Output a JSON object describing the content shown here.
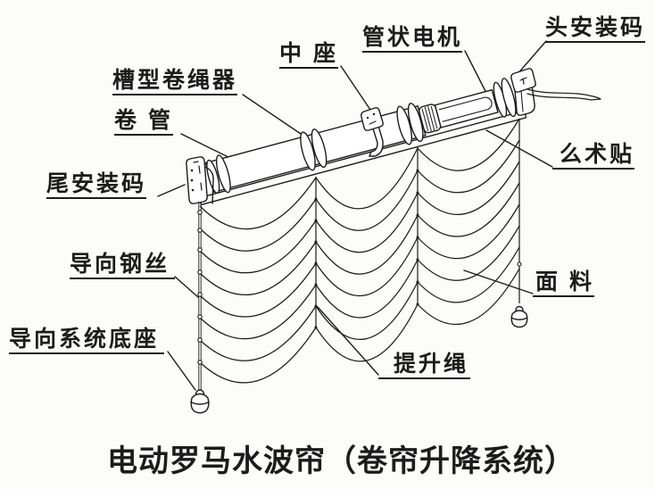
{
  "diagram": {
    "caption": "电动罗马水波帘（卷帘升降系统）",
    "labels": [
      {
        "name": "groove-cord-winder",
        "text": "槽型卷绳器"
      },
      {
        "name": "roller-tube",
        "text": "卷 管"
      },
      {
        "name": "center-bracket",
        "text": "中 座"
      },
      {
        "name": "tubular-motor",
        "text": "管状电机"
      },
      {
        "name": "head-mounting-bracket",
        "text": "头安装码"
      },
      {
        "name": "tail-mounting-bracket",
        "text": "尾安装码"
      },
      {
        "name": "velcro",
        "text": "么术贴"
      },
      {
        "name": "guide-wire",
        "text": "导向钢丝"
      },
      {
        "name": "fabric",
        "text": "面 料"
      },
      {
        "name": "guide-system-base",
        "text": "导向系统底座"
      },
      {
        "name": "lift-cord",
        "text": "提升绳"
      }
    ],
    "colors": {
      "ink": "#1c1c1c",
      "paper": "#fcfcfa"
    }
  }
}
